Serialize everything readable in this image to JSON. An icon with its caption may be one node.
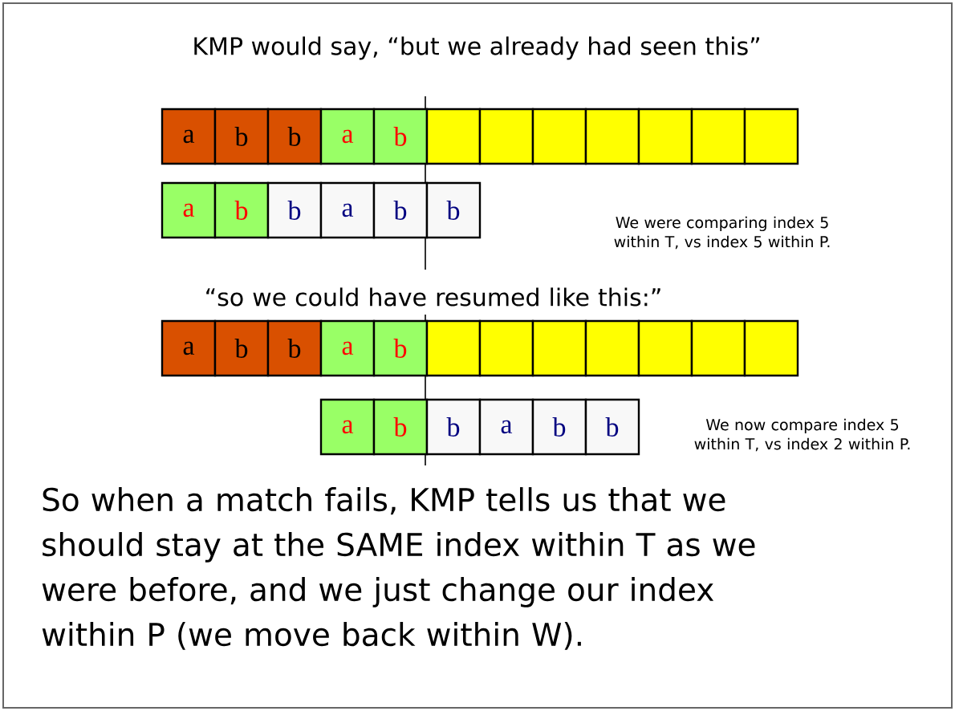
{
  "diagram": {
    "title": "KMP would say, “but we already had seen this”",
    "nodes": [
      {
        "text": [
          "a"
        ]
      },
      {
        "text": [
          "b"
        ]
      },
      {
        "text": [
          "b"
        ]
      },
      {
        "text": [
          "a"
        ]
      },
      {
        "text": [
          "b"
        ]
      },
      {
        "text": [],
        "shape": "box"
      },
      {
        "text": [],
        "shape": "box"
      },
      {
        "text": [],
        "shape": "box"
      },
      {
        "text": [],
        "shape": "box"
      },
      {
        "text": [],
        "shape": "box"
      },
      {
        "text": [],
        "shape": "box"
      },
      {
        "text": [],
        "shape": "box"
      },
      {
        "text": [
          "a"
        ]
      },
      {
        "text": [
          "b"
        ]
      },
      {
        "text": [
          "b"
        ]
      },
      {
        "text": [
          "a"
        ]
      },
      {
        "text": [
          "b"
        ]
      },
      {
        "text": [
          "b"
        ]
      },
      {
        "text": [
          "a"
        ]
      },
      {
        "text": [
          "b"
        ]
      },
      {
        "text": [
          "b"
        ]
      },
      {
        "text": [
          "a"
        ]
      },
      {
        "text": [
          "b"
        ]
      },
      {
        "text": [],
        "shape": "box"
      },
      {
        "text": [],
        "shape": "box"
      },
      {
        "text": [],
        "shape": "box"
      },
      {
        "text": [],
        "shape": "box"
      },
      {
        "text": [],
        "shape": "box"
      },
      {
        "text": [],
        "shape": "box"
      },
      {
        "text": [],
        "shape": "box"
      },
      {
        "text": [
          "a"
        ]
      },
      {
        "text": [
          "b"
        ]
      },
      {
        "text": [
          "b"
        ]
      },
      {
        "text": [
          "a"
        ]
      },
      {
        "text": [
          "b"
        ]
      },
      {
        "text": [
          "b"
        ]
      }
    ],
    "labels": [
      "We were comparing index 5 within T, vs index 5 within P.",
      "“so we could have resumed like this:”",
      "We now compare index 5 within T, vs index 2 within P.",
      "So when a match fails, KMP tells us that we should stay at the SAME index within T as we were before, and we just change our index within P (we move back within W)."
    ]
  }
}
